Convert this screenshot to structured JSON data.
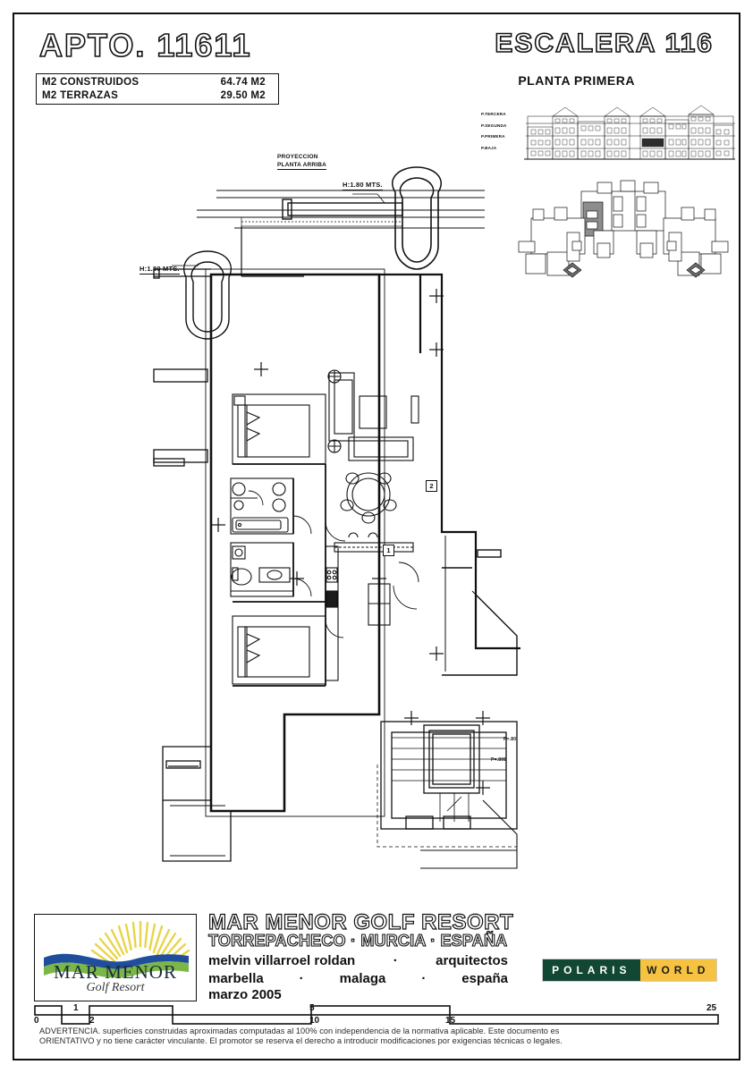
{
  "header": {
    "apartment_label": "APTO.  11611",
    "stair_label": "ESCALERA  116",
    "floor_label": "PLANTA PRIMERA"
  },
  "areas": {
    "rows": [
      {
        "label": "M2 CONSTRUIDOS",
        "value": "64.74 M2"
      },
      {
        "label": "M2 TERRAZAS",
        "value": "29.50 M2"
      }
    ]
  },
  "elevation_key": {
    "floors": [
      "P.TERCERA",
      "P.SEGUNDA",
      "P.PRIMERA",
      "P.BAJA"
    ]
  },
  "plan_annotations": {
    "projection": "PROYECCION\nPLANTA ARRIBA",
    "projection_line1": "PROYECCION",
    "projection_line2": "PLANTA ARRIBA",
    "height_right": "H:1.80  MTS.",
    "height_left": "H:1.80  MTS.",
    "room_marker_1": "1",
    "room_marker_2": "2",
    "stair_dim_1": "P=.80",
    "stair_dim_2": "P=.80E"
  },
  "logo": {
    "name": "MAR MENOR",
    "tagline": "Golf Resort",
    "sun_color": "#e8d44a",
    "wave_blue": "#1f4e9c",
    "wave_green": "#7ab648"
  },
  "project": {
    "title": "MAR MENOR GOLF RESORT",
    "location": "TORREPACHECO · MURCIA · ESPAÑA",
    "architect_name": "melvin villarroel roldan",
    "architect_sep": "·",
    "architect_role": "arquitectos",
    "city": "marbella",
    "city_sep": "·",
    "province": "malaga",
    "country_sep": "·",
    "country": "españa",
    "date": "marzo 2005"
  },
  "polaris": {
    "part_a": "POLARIS",
    "part_b": "WORLD",
    "color_a": "#124734",
    "color_b": "#f5c242"
  },
  "scale_bar": {
    "ticks": [
      "0",
      "1",
      "2",
      "5",
      "10",
      "15",
      "25"
    ]
  },
  "disclaimer": {
    "line1": "ADVERTENCIA. superficies construidas aproximadas computadas al 100% con independencia de la normativa aplicable. Este documento es",
    "line2": "ORIENTATIVO y no tiene carácter vinculante. El promotor se reserva el derecho a introducir modificaciones por exigencias técnicas o legales."
  }
}
